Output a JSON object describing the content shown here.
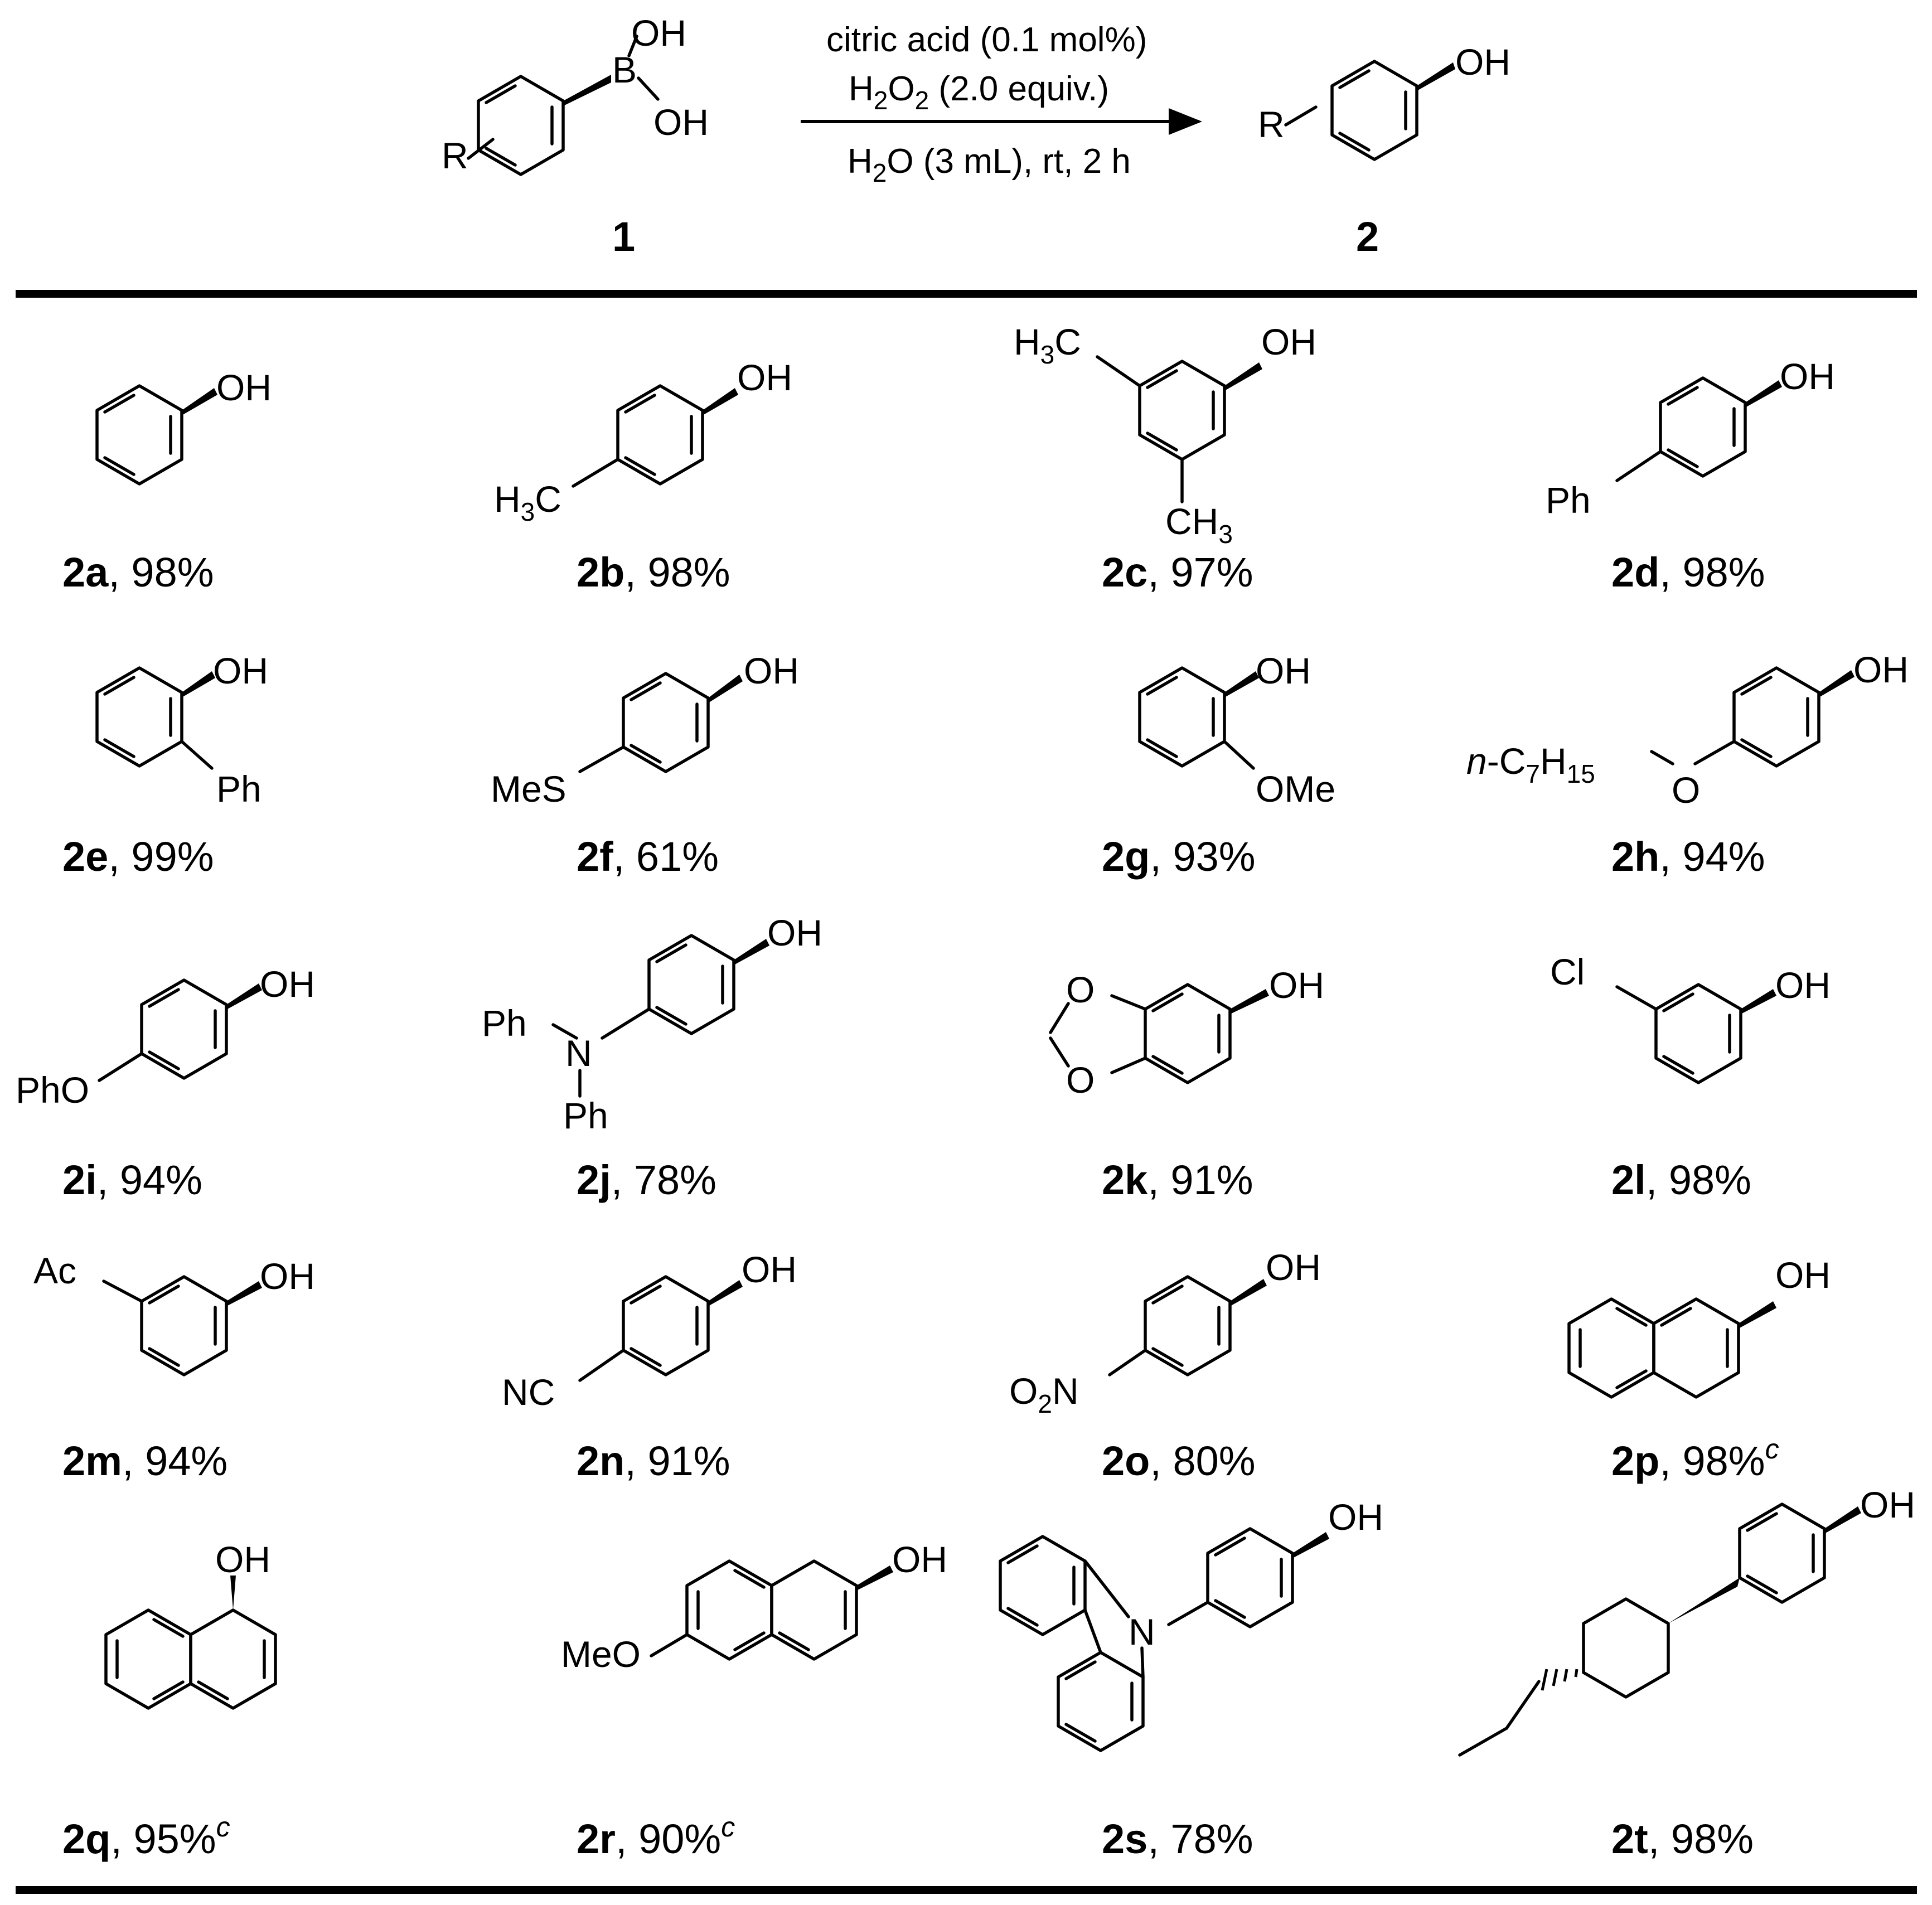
{
  "scheme": {
    "conditions": {
      "line1": "citric acid (0.1 mol%)",
      "line2_parts": [
        "H",
        "2",
        "O",
        "2",
        " (2.0 equiv.)"
      ],
      "line3_parts": [
        "H",
        "2",
        "O (3 mL), rt, 2 h"
      ]
    },
    "reactant": {
      "label": "1",
      "sub_R": "R",
      "boron_labels": [
        "OH",
        "B",
        "OH"
      ]
    },
    "product": {
      "label": "2",
      "sub_R": "R",
      "oh": "OH"
    }
  },
  "products": [
    {
      "id": "2a",
      "yield": ", 98%",
      "note": "",
      "subs": [
        "OH"
      ]
    },
    {
      "id": "2b",
      "yield": ", 98%",
      "note": "",
      "subs": [
        "OH",
        "H",
        "3",
        "C"
      ]
    },
    {
      "id": "2c",
      "yield": ", 97%",
      "note": "",
      "subs": [
        "OH",
        "H",
        "3",
        "C",
        "CH",
        "3"
      ]
    },
    {
      "id": "2d",
      "yield": ", 98%",
      "note": "",
      "subs": [
        "OH",
        "Ph"
      ]
    },
    {
      "id": "2e",
      "yield": ", 99%",
      "note": "",
      "subs": [
        "OH",
        "Ph"
      ]
    },
    {
      "id": "2f",
      "yield": ", 61%",
      "note": "",
      "subs": [
        "OH",
        "MeS"
      ]
    },
    {
      "id": "2g",
      "yield": ", 93%",
      "note": "",
      "subs": [
        "OH",
        "OMe"
      ]
    },
    {
      "id": "2h",
      "yield": ", 94%",
      "note": "",
      "subs": [
        "OH",
        "n",
        "-C",
        "7",
        "H",
        "15",
        "O"
      ]
    },
    {
      "id": "2i",
      "yield": ", 94%",
      "note": "",
      "subs": [
        "OH",
        "PhO"
      ]
    },
    {
      "id": "2j",
      "yield": ", 78%",
      "note": "",
      "subs": [
        "OH",
        "Ph",
        "N",
        "Ph"
      ]
    },
    {
      "id": "2k",
      "yield": ", 91%",
      "note": "",
      "subs": [
        "OH",
        "O",
        "O"
      ]
    },
    {
      "id": "2l",
      "yield": ", 98%",
      "note": "",
      "subs": [
        "OH",
        "Cl"
      ]
    },
    {
      "id": "2m",
      "yield": ", 94%",
      "note": "",
      "subs": [
        "OH",
        "Ac"
      ]
    },
    {
      "id": "2n",
      "yield": ", 91%",
      "note": "",
      "subs": [
        "OH",
        "NC"
      ]
    },
    {
      "id": "2o",
      "yield": ", 80%",
      "note": "",
      "subs": [
        "OH",
        "O",
        "2",
        "N"
      ]
    },
    {
      "id": "2p",
      "yield": ", 98%",
      "note": "c",
      "subs": [
        "OH"
      ]
    },
    {
      "id": "2q",
      "yield": ", 95%",
      "note": "c",
      "subs": [
        "OH"
      ]
    },
    {
      "id": "2r",
      "yield": ", 90%",
      "note": "c",
      "subs": [
        "OH",
        "MeO"
      ]
    },
    {
      "id": "2s",
      "yield": ", 78%",
      "note": "",
      "subs": [
        "OH",
        "N"
      ]
    },
    {
      "id": "2t",
      "yield": ", 98%",
      "note": "",
      "subs": [
        "OH"
      ]
    }
  ]
}
